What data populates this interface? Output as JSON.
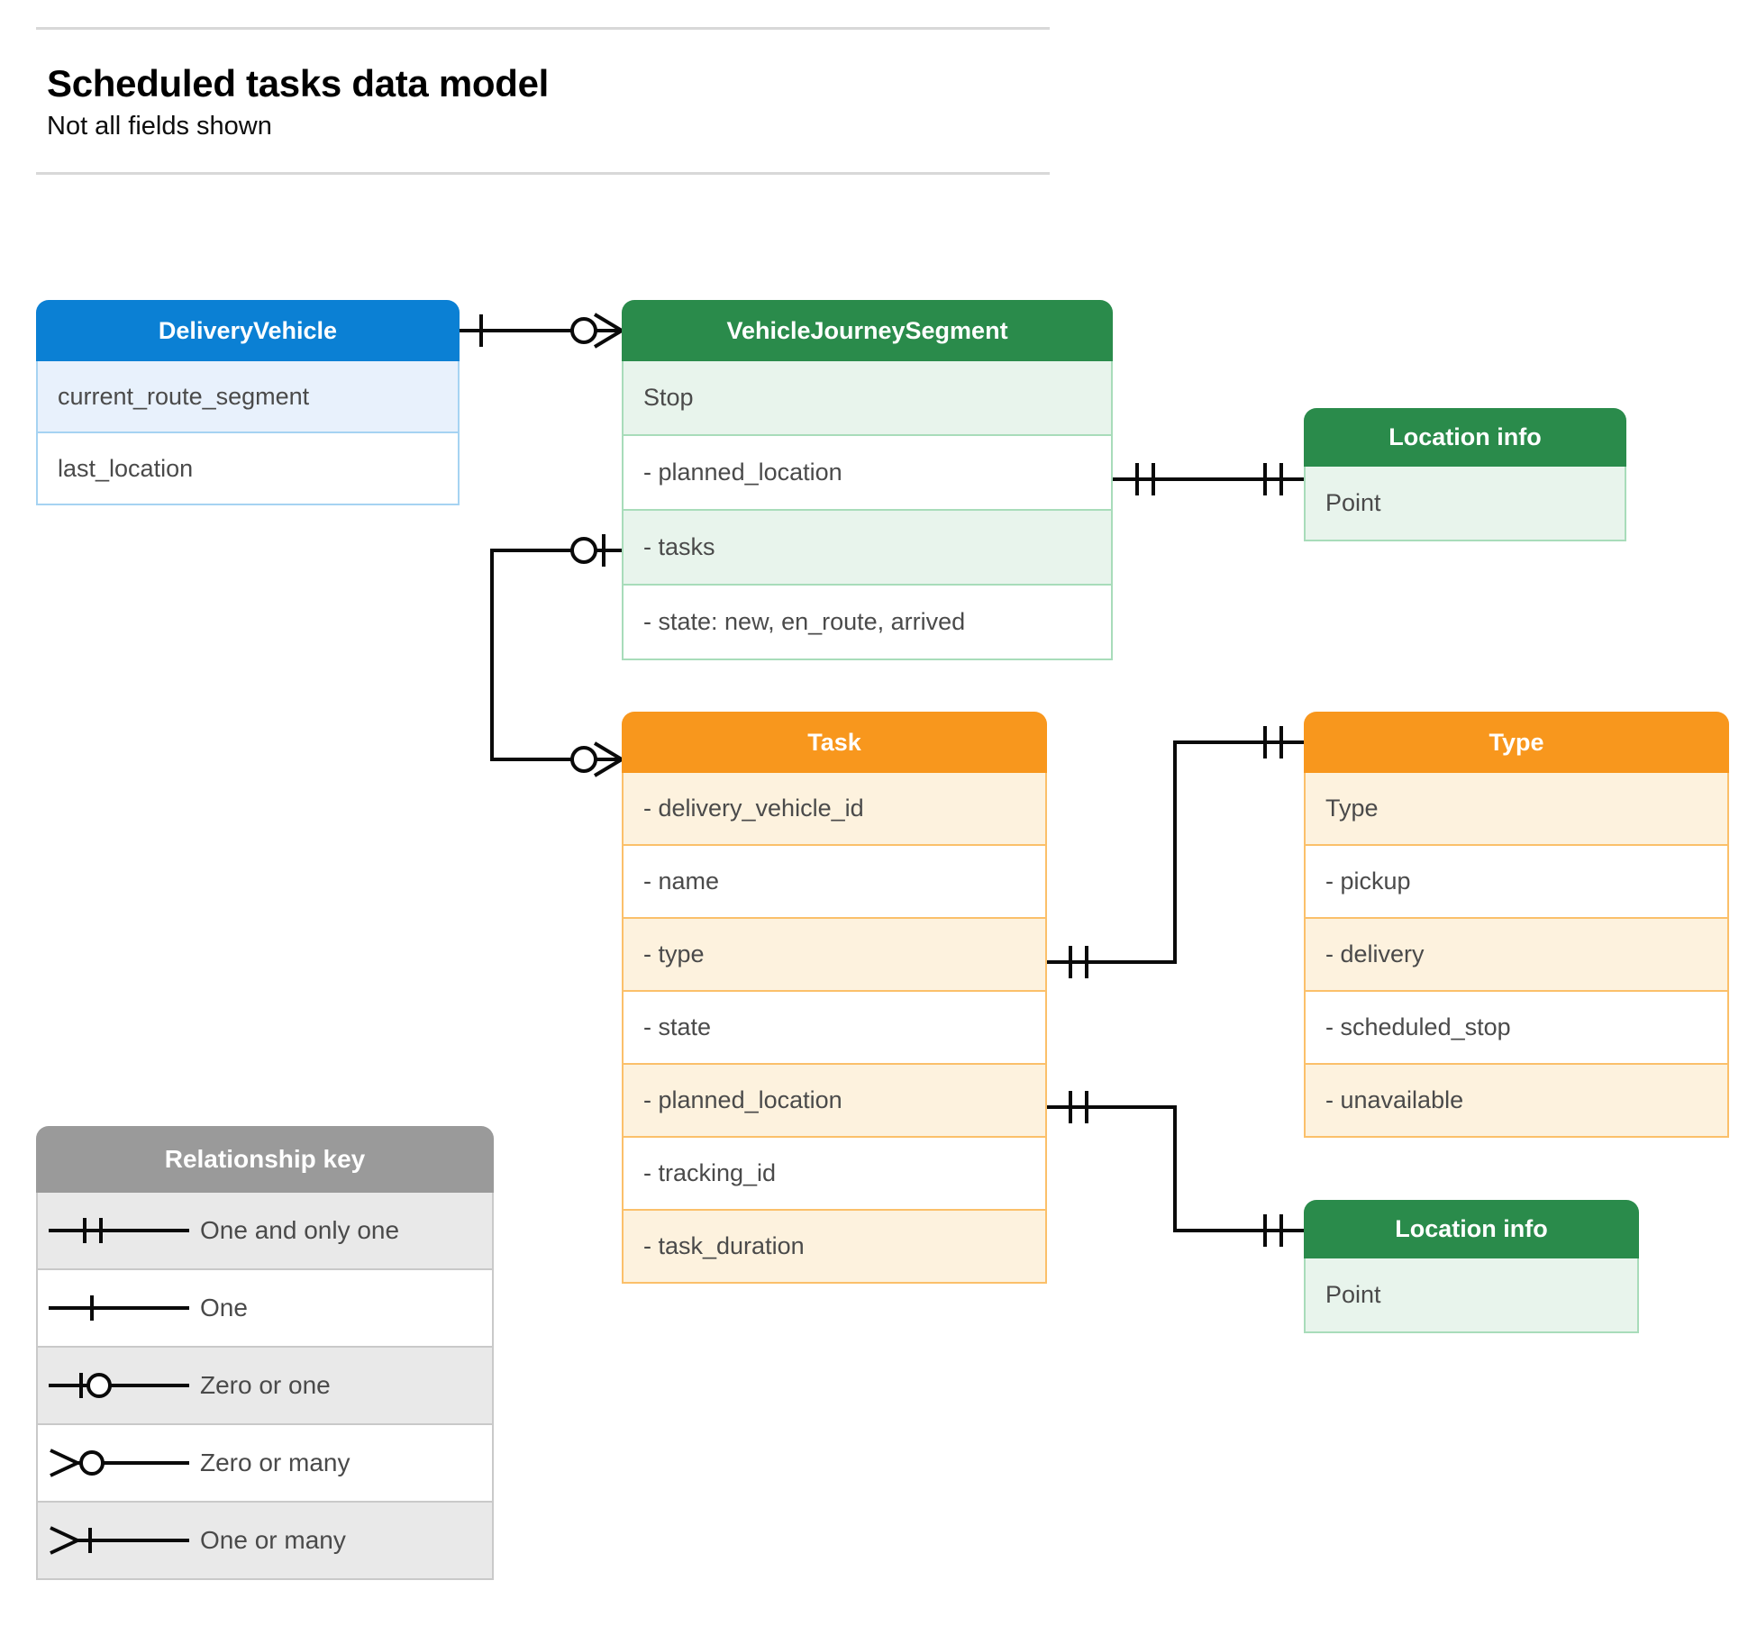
{
  "header": {
    "title": "Scheduled tasks data model",
    "subtitle": "Not all fields shown"
  },
  "colors": {
    "blue_header": "#0b80d4",
    "blue_row": "#e8f1fc",
    "blue_border": "#a6d3f2",
    "green_header": "#2a8b4b",
    "green_row": "#e8f4ec",
    "green_border": "#a8dcba",
    "orange_header": "#f8971d",
    "orange_row": "#fdf2de",
    "orange_border": "#fbc06a",
    "gray_header": "#9a9a9a",
    "gray_row": "#e9e9e9",
    "connector": "#0a0a0a",
    "text": "#4a4a4a"
  },
  "entities": {
    "delivery_vehicle": {
      "title": "DeliveryVehicle",
      "rows": [
        "current_route_segment",
        "last_location"
      ]
    },
    "vehicle_journey_segment": {
      "title": "VehicleJourneySegment",
      "rows": [
        "Stop",
        "-  planned_location",
        "- tasks",
        "- state: new, en_route, arrived"
      ]
    },
    "location_info_top": {
      "title": "Location info",
      "rows": [
        "Point"
      ]
    },
    "task": {
      "title": "Task",
      "rows": [
        "- delivery_vehicle_id",
        "- name",
        "- type",
        "- state",
        "- planned_location",
        "- tracking_id",
        "- task_duration"
      ]
    },
    "type": {
      "title": "Type",
      "rows": [
        "Type",
        "-   pickup",
        "-   delivery",
        "-   scheduled_stop",
        "-   unavailable"
      ]
    },
    "location_info_bottom": {
      "title": "Location info",
      "rows": [
        "Point"
      ]
    }
  },
  "relationship_key": {
    "title": "Relationship key",
    "items": [
      {
        "symbol": "one-and-only-one",
        "label": "One and only one"
      },
      {
        "symbol": "one",
        "label": "One"
      },
      {
        "symbol": "zero-or-one",
        "label": "Zero or one"
      },
      {
        "symbol": "zero-or-many",
        "label": "Zero or many"
      },
      {
        "symbol": "one-or-many",
        "label": "One or many"
      }
    ]
  },
  "relationships": [
    {
      "name": "delivery-vehicle-to-vehicle-journey-segment",
      "from": "DeliveryVehicle",
      "from_cardinality": "one",
      "to": "VehicleJourneySegment",
      "to_cardinality": "zero-or-many"
    },
    {
      "name": "vehicle-journey-segment-tasks-to-task",
      "from": "VehicleJourneySegment.tasks",
      "from_cardinality": "zero-or-one",
      "to": "Task",
      "to_cardinality": "zero-or-many"
    },
    {
      "name": "vehicle-journey-segment-planned-location-to-location-info",
      "from": "VehicleJourneySegment.planned_location",
      "from_cardinality": "one-and-only-one",
      "to": "Location info",
      "to_cardinality": "one-and-only-one"
    },
    {
      "name": "task-type-to-type",
      "from": "Task.type",
      "from_cardinality": "one-and-only-one",
      "to": "Type",
      "to_cardinality": "one-and-only-one"
    },
    {
      "name": "task-planned-location-to-location-info",
      "from": "Task.planned_location",
      "from_cardinality": "one-and-only-one",
      "to": "Location info",
      "to_cardinality": "one-and-only-one"
    }
  ]
}
